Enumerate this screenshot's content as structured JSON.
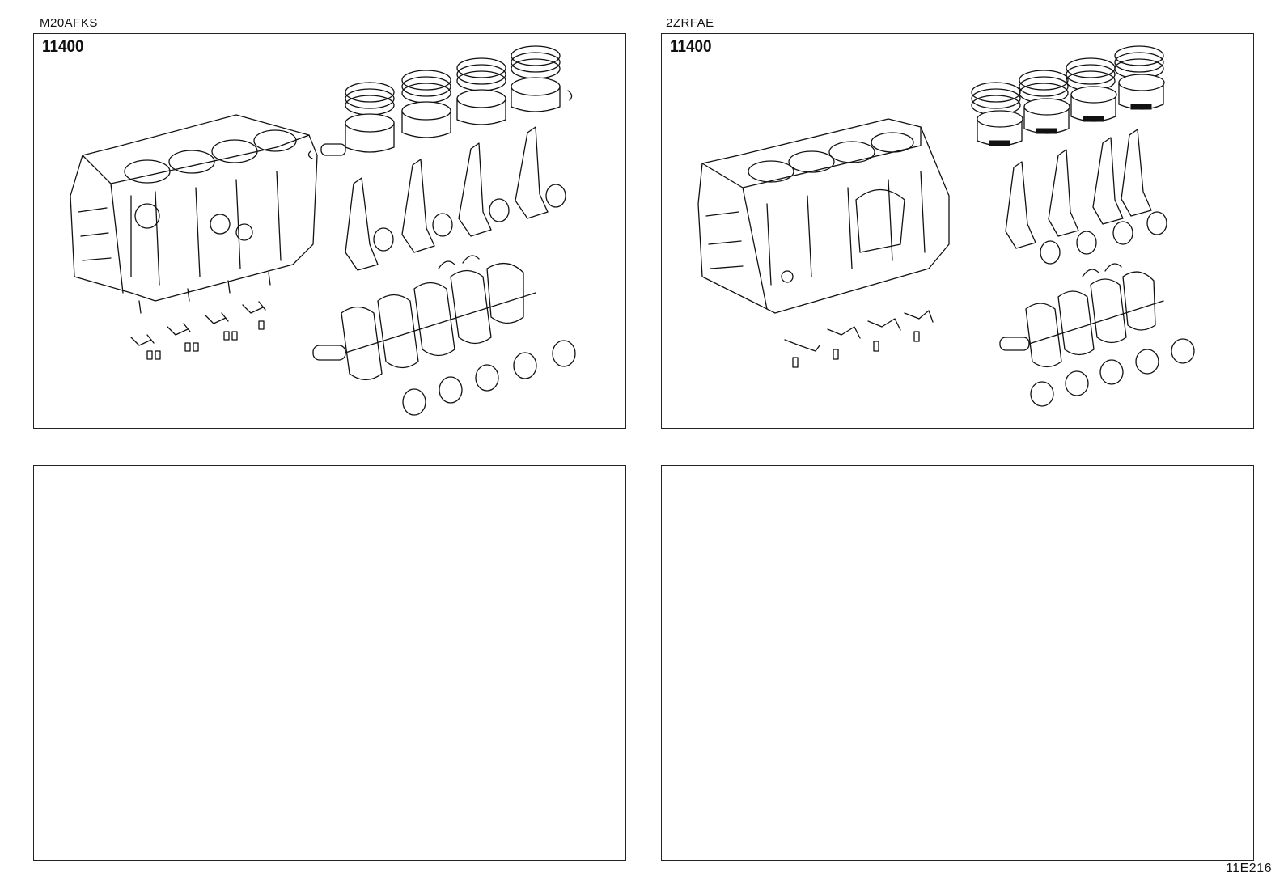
{
  "panels": [
    {
      "engine": "M20AFKS",
      "code": "11400"
    },
    {
      "engine": "2ZRFAE",
      "code": "11400"
    },
    {
      "engine": "",
      "code": ""
    },
    {
      "engine": "",
      "code": ""
    }
  ],
  "page_code": "11E216",
  "icons": {
    "block": "engine-block-icon",
    "pistons": "piston-icon",
    "rings": "piston-ring-icon",
    "rods": "connecting-rod-icon",
    "bearings": "bearing-icon",
    "crankshaft": "crankshaft-icon",
    "jets": "oil-jet-icon"
  }
}
